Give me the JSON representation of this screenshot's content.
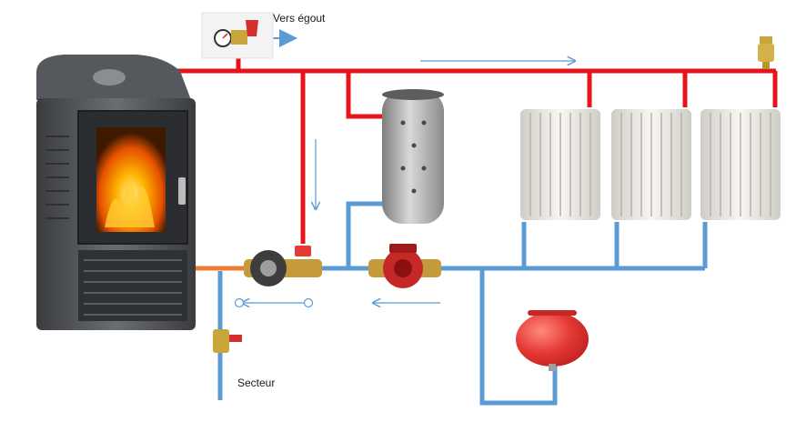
{
  "labels": {
    "drain": "Vers égout",
    "mains": "Secteur"
  },
  "colors": {
    "hot_pipe": "#e8141c",
    "return_pipe": "#5b9bd5",
    "stove_pipe": "#ed7d31",
    "flow_arrow": "#5b9bd5",
    "expansion_vessel": "#e02a2a",
    "stove_body": "#4a4d52",
    "radiator": "#e9e7e1",
    "buffer_tank": "#a8a8a8"
  },
  "components": {
    "stove": "wood-stove",
    "safety_group": "safety-valve-group",
    "buffer_tank": "buffer-tank",
    "radiators": [
      "radiator-1",
      "radiator-2",
      "radiator-3"
    ],
    "pumps": [
      "stove-circulator",
      "heating-circulator"
    ],
    "expansion_vessel": "expansion-vessel",
    "fill_valve": "fill-valve",
    "air_vent": "automatic-air-vent"
  }
}
